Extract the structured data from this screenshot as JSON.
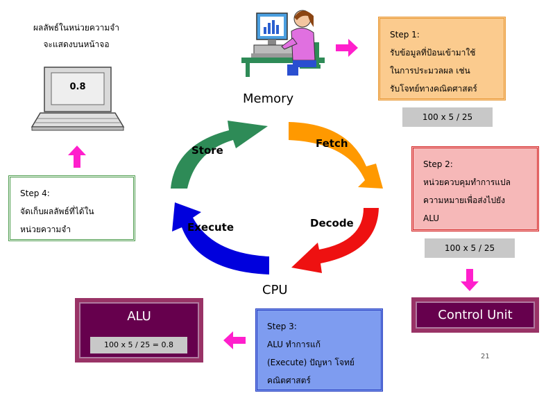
{
  "colors": {
    "step1_bg": "#fbcb8e",
    "step1_border": "#e89a3a",
    "step2_bg": "#f6b8b8",
    "step2_border": "#d42a2a",
    "step3_bg": "#7e9cf0",
    "step3_border": "#2a3fc0",
    "step4_bg": "#ffffff",
    "step4_border": "#4a9a4a",
    "arrow_pink": "#ff1fcc",
    "cycle_store": "#2e8b57",
    "cycle_fetch": "#ff9900",
    "cycle_decode": "#ee1111",
    "cycle_execute": "#0000dd",
    "purple_dark": "#66004d",
    "purple_frame": "#993366"
  },
  "top_left": {
    "line1": "ผลลัพธ์ในหน่วยความจำ",
    "line2": "จะแสดงบนหน้าจอ",
    "screen_value": "0.8"
  },
  "center": {
    "memory_label": "Memory",
    "cpu_label": "CPU",
    "store_label": "Store",
    "fetch_label": "Fetch",
    "decode_label": "Decode",
    "execute_label": "Execute"
  },
  "step1": {
    "title": "Step 1:",
    "line1": "รับข้อมูลที่ป้อนเข้ามาใช้",
    "line2": "ในการประมวลผล เช่น",
    "line3": "รับโจทย์ทางคณิตศาสตร์",
    "expression": "100 x 5 / 25"
  },
  "step2": {
    "title": "Step 2:",
    "line1": "หน่วยควบคุมทำการแปล",
    "line2": "ความหมายเพื่อส่งไปยัง",
    "line3": "ALU",
    "expression": "100 x 5 / 25"
  },
  "step3": {
    "title": "Step 3:",
    "line1": "ALU ทำการแก้",
    "line2": "(Execute) ปัญหา โจทย์",
    "line3": "คณิตศาสตร์"
  },
  "step4": {
    "title": "Step 4:",
    "line1": "จัดเก็บผลลัพธ์ที่ได้ใน",
    "line2": "หน่วยความจำ"
  },
  "control_unit": {
    "label": "Control Unit"
  },
  "alu": {
    "label": "ALU",
    "expression": "100 x 5 / 25 = 0.8"
  },
  "page_number": "21"
}
